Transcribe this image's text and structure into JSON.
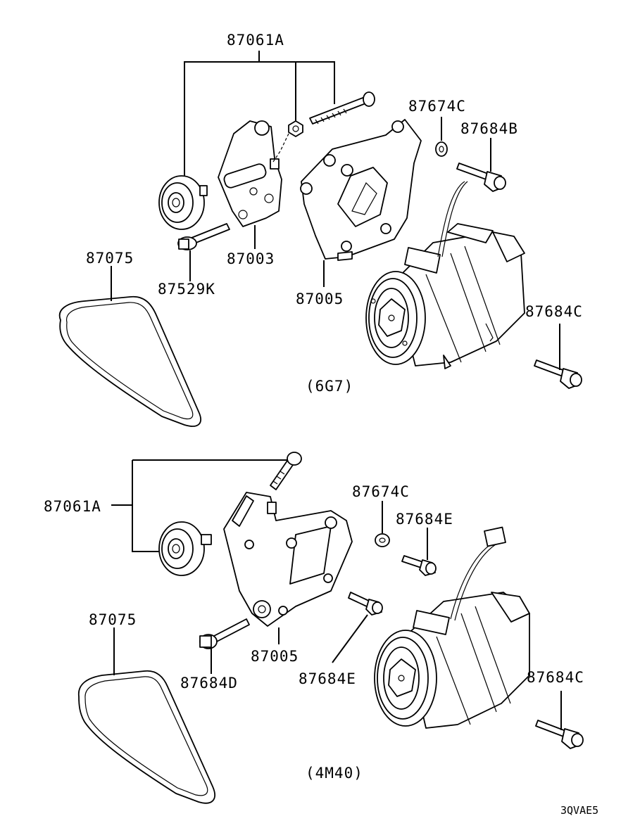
{
  "sections": {
    "top": {
      "variant": "(6G7)",
      "labels": {
        "tensioner_assembly": "87061A",
        "washer": "87674C",
        "bolt_upper": "87684B",
        "belt": "87075",
        "tensioner_bracket": "87003",
        "pulley_bolt": "87529K",
        "compressor_bracket": "87005",
        "compressor_bolt": "87684C"
      }
    },
    "bottom": {
      "variant": "(4M40)",
      "labels": {
        "tensioner_assembly": "87061A",
        "washer": "87674C",
        "bolt_upper": "87684E",
        "belt": "87075",
        "compressor_bracket": "87005",
        "bracket_bolt": "87684D",
        "bolt_middle": "87684E",
        "compressor_bolt": "87684C"
      }
    }
  },
  "diagram_code": "3QVAE5"
}
